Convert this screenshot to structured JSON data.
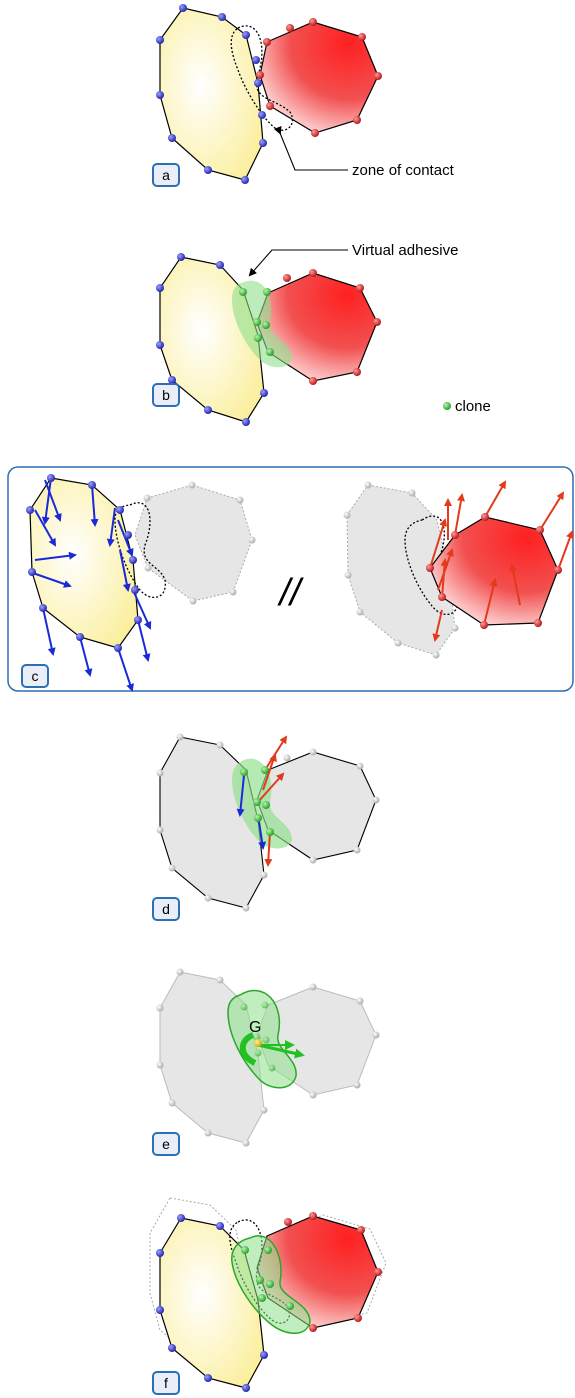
{
  "panels": {
    "a": {
      "label": "a",
      "annotation": "zone of contact"
    },
    "b": {
      "label": "b",
      "annotation": "Virtual adhesive",
      "legend": "clone"
    },
    "c": {
      "label": "c",
      "separator": "//"
    },
    "d": {
      "label": "d"
    },
    "e": {
      "label": "e",
      "point": "G"
    },
    "f": {
      "label": "f"
    }
  },
  "colors": {
    "yellow": "#fff3a6",
    "red": "#e8212a",
    "blue_node": "#1e24c4",
    "red_node": "#d51b1b",
    "green_node": "#2bb52b",
    "gray_fill": "#e6e6e6",
    "adhesive": "#8ee08a",
    "label_border": "#2c6fb5",
    "label_fill": "#e9eef8"
  }
}
